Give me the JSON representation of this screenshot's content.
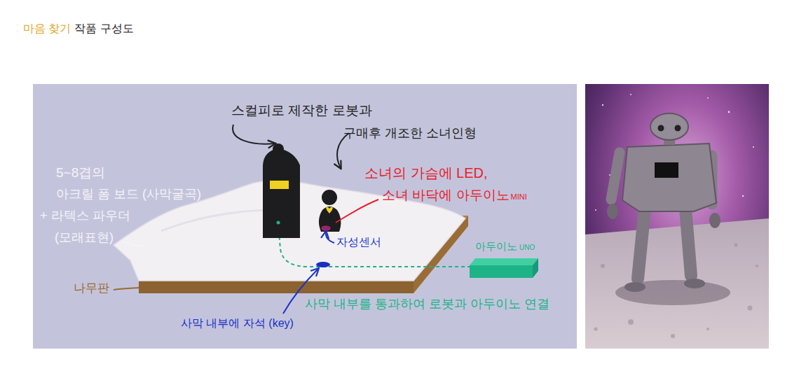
{
  "diagram": {
    "title": "마음 찾기",
    "nodes": [
      {
        "text": [
          "아두이노",
          "UNO"
        ]
      }
    ],
    "labels": [
      "작품 구성도",
      "스컬피로 제작한 로봇과",
      "구매후 개조한 소녀인형",
      "5~8겹의",
      "아크릴 폼 보드 (사막굴곡)",
      "+ 라텍스 파우더",
      "(모래표현)",
      "소녀의 가슴에 LED,",
      "소녀 바닥에 아두이노",
      "MINI",
      "자성센서",
      "나무판",
      "사막 내부에 자석 (key)",
      "사막 내부를 통과하여 로봇과 아두이노 연결"
    ]
  }
}
